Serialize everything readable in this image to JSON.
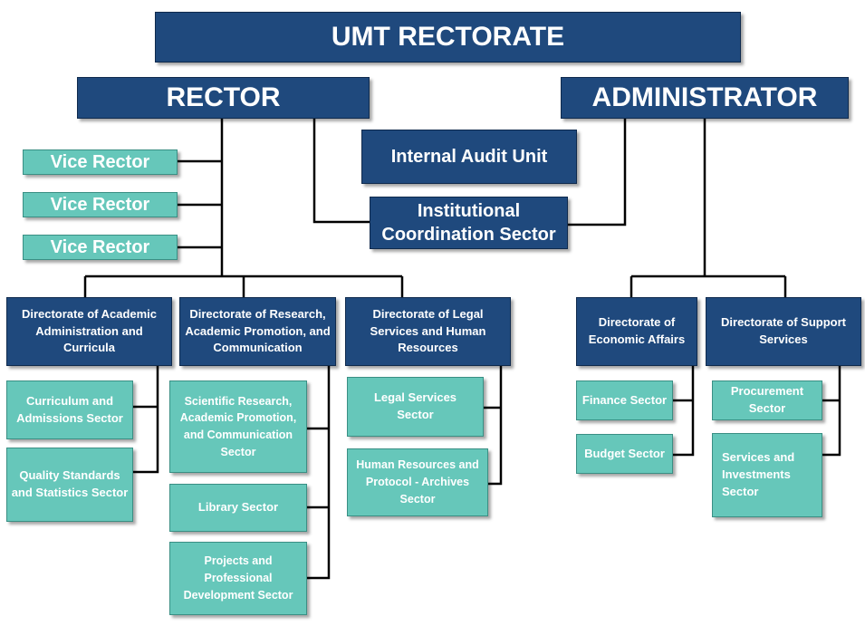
{
  "title": "UMT RECTORATE",
  "rector": "RECTOR",
  "administrator": "ADMINISTRATOR",
  "vice_rectors": [
    "Vice Rector",
    "Vice Rector",
    "Vice Rector"
  ],
  "internal_audit": "Internal Audit Unit",
  "institutional_coordination": "Institutional Coordination Sector",
  "directorates": {
    "academic": {
      "name": "Directorate of Academic Administration and Curricula",
      "sectors": [
        "Curriculum and Admissions Sector",
        "Quality Standards and Statistics Sector"
      ]
    },
    "research": {
      "name": "Directorate of Research, Academic Promotion, and Communication",
      "sectors": [
        "Scientific Research, Academic Promotion, and Communication Sector",
        "Library Sector",
        "Projects and Professional Development Sector"
      ]
    },
    "legal": {
      "name": "Directorate of Legal Services and Human Resources",
      "sectors": [
        "Legal Services Sector",
        "Human Resources and Protocol - Archives Sector"
      ]
    },
    "economic": {
      "name": "Directorate of Economic Affairs",
      "sectors": [
        "Finance Sector",
        "Budget Sector"
      ]
    },
    "support": {
      "name": "Directorate of Support Services",
      "sectors": [
        "Procurement Sector",
        "Services and Investments Sector"
      ]
    }
  },
  "colors": {
    "navy": "#1f497d",
    "teal": "#66c7ba",
    "line": "#000000"
  }
}
